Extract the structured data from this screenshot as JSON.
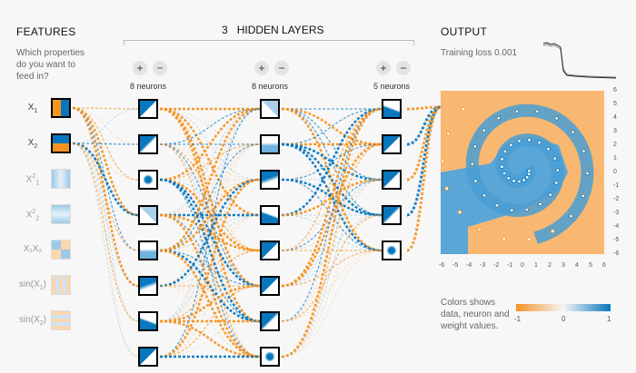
{
  "features_panel": {
    "title": "FEATURES",
    "question": [
      "Which properties",
      "do you want to",
      "feed in?"
    ],
    "features": [
      {
        "base": "X",
        "sub": "1",
        "sup": "",
        "enabled": true
      },
      {
        "base": "X",
        "sub": "2",
        "sup": "",
        "enabled": true
      },
      {
        "base": "X",
        "sub": "1",
        "sup": "2",
        "enabled": false
      },
      {
        "base": "X",
        "sub": "2",
        "sup": "2",
        "enabled": false
      },
      {
        "base": "X₁X₂",
        "sub": "",
        "sup": "",
        "enabled": false
      },
      {
        "base": "sin(X",
        "sub": "1",
        "sup": "",
        "tail": ")",
        "enabled": false
      },
      {
        "base": "sin(X",
        "sub": "2",
        "sup": "",
        "tail": ")",
        "enabled": false
      }
    ]
  },
  "hidden_layers": {
    "count": "3",
    "label": "HIDDEN LAYERS",
    "add_symbol": "+",
    "remove_symbol": "−",
    "layers": [
      {
        "neurons_label": "8 neurons",
        "neuron_count": 8
      },
      {
        "neurons_label": "8 neurons",
        "neuron_count": 8
      },
      {
        "neurons_label": "5 neurons",
        "neuron_count": 5
      }
    ]
  },
  "output_panel": {
    "title": "OUTPUT",
    "training_loss": "Training loss 0.001",
    "x_ticks": [
      "-6",
      "-5",
      "-4",
      "-3",
      "-2",
      "-1",
      "0",
      "1",
      "2",
      "3",
      "4",
      "5",
      "6"
    ],
    "y_ticks": [
      "6",
      "5",
      "4",
      "3",
      "2",
      "1",
      "0",
      "-1",
      "-2",
      "-3",
      "-4",
      "-5",
      "-6"
    ]
  },
  "color_legend": {
    "text": [
      "Colors shows",
      "data, neuron and",
      "weight values."
    ],
    "min": "-1",
    "mid": "0",
    "max": "1"
  },
  "colors": {
    "positive": "#0877bd",
    "negative": "#f59322",
    "neutral": "#f5f5f5"
  }
}
